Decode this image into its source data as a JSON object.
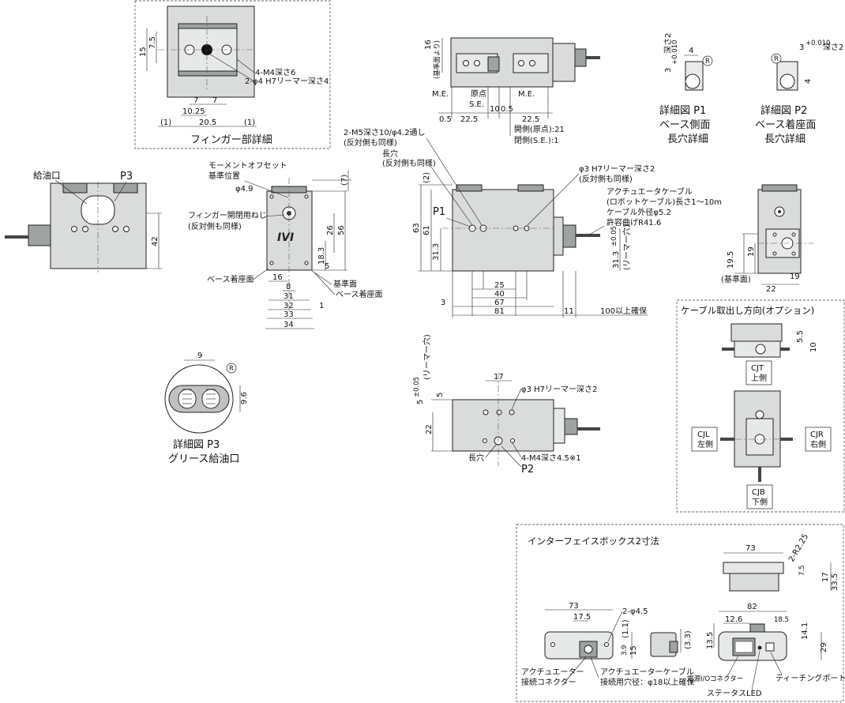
{
  "finger": {
    "title": "フィンガー部詳細",
    "tap": "4-M4深さ6",
    "ream": "2-φ4 H7リーマー深さ4",
    "d_15": "15",
    "d_75": "7.5",
    "d_7a": "7",
    "d_7b": "7",
    "d_1025": "10.25",
    "d_205": "20.5",
    "d_1l": "(1)",
    "d_1r": "(1)"
  },
  "top": {
    "d_16": "16",
    "ref_face": "(基準面より)",
    "me_l": "M.E.",
    "origin": "原点",
    "se": "S.E.",
    "me_r": "M.E.",
    "d_05a": "0.5",
    "d_225a": "22.5",
    "d_10": "10",
    "d_05b": "0.5",
    "d_225b": "22.5",
    "open_origin": "開側(原点):21",
    "close_se": "閉側(S.E.):1"
  },
  "p1": {
    "d_3": "3",
    "d_4": "4",
    "label1": "詳細図 P1",
    "label2": "ベース側面",
    "label3": "長穴詳細"
  },
  "p2": {
    "d_3": "3",
    "d_4": "4",
    "label1": "詳細図 P2",
    "label2": "ベース着座面",
    "label3": "長穴詳細"
  },
  "depth": "深さ2",
  "tol": "+0.010",
  "tol0": "0",
  "left": {
    "oil": "給油口",
    "p3": "P3",
    "d_42": "42"
  },
  "end": {
    "moment1": "モーメントオフセット",
    "moment2": "基準位置",
    "d_7": "(7)",
    "phi49": "φ4.9",
    "screw1": "フィンガー開閉用ねじ",
    "screw2": "(反対側も同様)",
    "logo": "IVI",
    "d_26": "26",
    "d_56": "56",
    "d_183": "18.3",
    "d_5": "5",
    "base_seat": "ベース着座面",
    "d_16": "16",
    "d_8": "8",
    "ref": "基準面",
    "base_seat2": "ベース着座面",
    "d_31": "31",
    "d_32": "32",
    "d_1": "1",
    "d_33": "33",
    "d_34": "34"
  },
  "side": {
    "m5": "2-M5深さ10/φ4.2通し",
    "m5b": "(反対側も同様)",
    "slot": "長穴",
    "slot2": "(反対側も同様)",
    "ream3": "φ3 H7リーマー深さ2",
    "ream3b": "(反対側も同様)",
    "cable1": "アクチュエータケーブル",
    "cable2": "(ロボットケーブル)長さ1～10m",
    "cable3": "ケーブル外径φ5.2",
    "cable4": "許容曲げR41.6",
    "p1": "P1",
    "d_2": "(2)",
    "d_63": "63",
    "d_61": "61",
    "d_313": "31.3",
    "d_313b": "31.3",
    "tol005": "±0.05",
    "reamer_hole": "(リーマー穴)",
    "d_25": "25",
    "d_40": "40",
    "d_3": "3",
    "d_67": "67",
    "d_81": "81",
    "d_11": "11",
    "clear": "100以上確保"
  },
  "bottom": {
    "d_5": "5",
    "tol": "±0.05",
    "reamer": "(リーマー穴)",
    "d_5b": "5",
    "d_17": "17",
    "ream": "φ3 H7リーマー深さ2",
    "d_22": "22",
    "slot": "長穴",
    "tap": "4-M4深さ4.5※1",
    "p2": "P2"
  },
  "p3": {
    "d_9": "9",
    "d_96": "9.6",
    "r": "R",
    "label1": "詳細図 P3",
    "label2": "グリース給油口"
  },
  "right": {
    "d_195": "19.5",
    "d_19": "19",
    "ref": "(基準面)",
    "d_22": "22",
    "d_19b": "19"
  },
  "cable_dir": {
    "title": "ケーブル取出し方向(オプション)",
    "d_55": "5.5",
    "d_10": "10",
    "cjt": "CJT",
    "cjt2": "上側",
    "cjl": "CJL",
    "cjl2": "左側",
    "cjr": "CJR",
    "cjr2": "右側",
    "cjb": "CJB",
    "cjb2": "下側"
  },
  "ibox": {
    "title": "インターフェイスボックス2寸法",
    "d_73": "73",
    "r225": "2-R2.25",
    "d_75": "7.5",
    "d_335": "33.5",
    "d_17": "17",
    "d_73b": "73",
    "d_175": "17.5",
    "phi45": "2-φ4.5",
    "d_11": "(1.1)",
    "d_39": "3.9",
    "d_15": "15",
    "d_33": "(3.3)",
    "d_82": "82",
    "d_126": "12.6",
    "d_185": "18.5",
    "d_135": "13.5",
    "d_141": "14.1",
    "d_29": "29",
    "act_conn1": "アクチュエーター",
    "act_conn2": "接続コネクター",
    "act_cable1": "アクチュエーターケーブル",
    "act_cable2": "接続用穴径：φ18以上確保",
    "power": "電源I/Oコネクター",
    "status": "ステータスLED",
    "teach": "ティーチングポート"
  }
}
